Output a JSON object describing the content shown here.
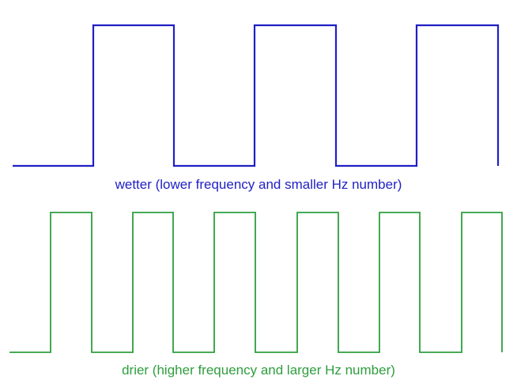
{
  "waves": [
    {
      "id": "wetter",
      "caption": "wetter (lower frequency and smaller Hz number)",
      "color": "#1f1fc4",
      "pulse_count": 3
    },
    {
      "id": "drier",
      "caption": "drier (higher frequency and larger Hz number)",
      "color": "#2e9e3e",
      "pulse_count": 6
    }
  ]
}
